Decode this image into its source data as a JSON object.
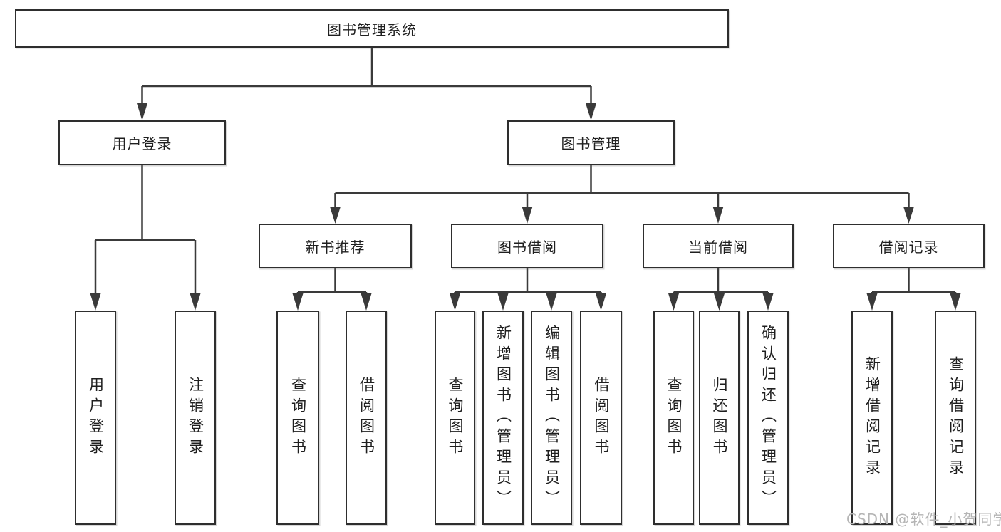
{
  "title": "图书管理系统",
  "tree": {
    "root": {
      "label": "图书管理系统"
    },
    "user_login_branch": {
      "label": "用户登录",
      "children": [
        {
          "label": "用户登录"
        },
        {
          "label": "注销登录"
        }
      ]
    },
    "book_mgmt_branch": {
      "label": "图书管理",
      "groups": [
        {
          "label": "新书推荐",
          "children": [
            {
              "label": "查询图书"
            },
            {
              "label": "借阅图书"
            }
          ]
        },
        {
          "label": "图书借阅",
          "children": [
            {
              "label": "查询图书"
            },
            {
              "label": "新增图书（管理员）"
            },
            {
              "label": "编辑图书（管理员）"
            },
            {
              "label": "借阅图书"
            }
          ]
        },
        {
          "label": "当前借阅",
          "children": [
            {
              "label": "查询图书"
            },
            {
              "label": "归还图书"
            },
            {
              "label": "确认归还（管理员）"
            }
          ]
        },
        {
          "label": "借阅记录",
          "children": [
            {
              "label": "新增借阅记录"
            },
            {
              "label": "查询借阅记录"
            }
          ]
        }
      ]
    }
  },
  "watermark": "CSDN @软件_小贺同学",
  "colors": {
    "line": "#3a3a3a",
    "border": "#2e2e2e",
    "text": "#1f1f1f",
    "background": "#ffffff",
    "watermark": "#b5b5b5"
  }
}
